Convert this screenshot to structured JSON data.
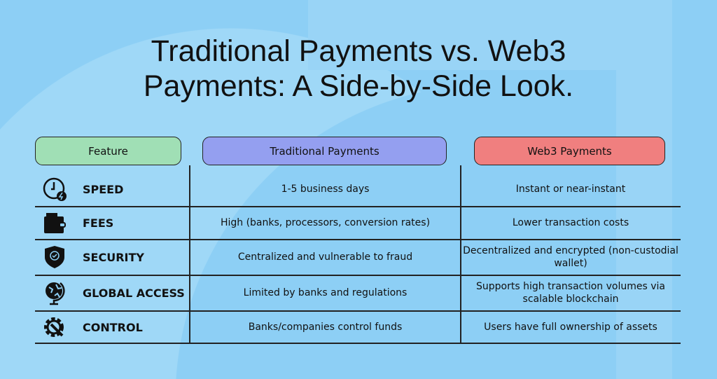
{
  "title": {
    "line1": "Traditional Payments vs. Web3",
    "line2": "Payments: A Side-by-Side Look."
  },
  "headers": {
    "feature": "Feature",
    "traditional": "Traditional Payments",
    "web3": "Web3 Payments"
  },
  "colors": {
    "feature": "#a0dfb5",
    "traditional": "#949ff0",
    "web3": "#f07f7f"
  },
  "rows": [
    {
      "icon": "clock-lightning-icon",
      "feature": "SPEED",
      "traditional": "1-5 business days",
      "web3": "Instant or near-instant"
    },
    {
      "icon": "wallet-icon",
      "feature": "FEES",
      "traditional": "High (banks, processors, conversion rates)",
      "web3": "Lower transaction costs"
    },
    {
      "icon": "shield-check-icon",
      "feature": "SECURITY",
      "traditional": "Centralized and vulnerable to fraud",
      "web3": "Decentralized and encrypted (non-custodial wallet)"
    },
    {
      "icon": "globe-icon",
      "feature": "GLOBAL ACCESS",
      "traditional": "Limited by banks and regulations",
      "web3": "Supports high transaction volumes via scalable blockchain"
    },
    {
      "icon": "gear-wrench-icon",
      "feature": "CONTROL",
      "traditional": "Banks/companies control funds",
      "web3": "Users have full ownership of assets"
    }
  ]
}
